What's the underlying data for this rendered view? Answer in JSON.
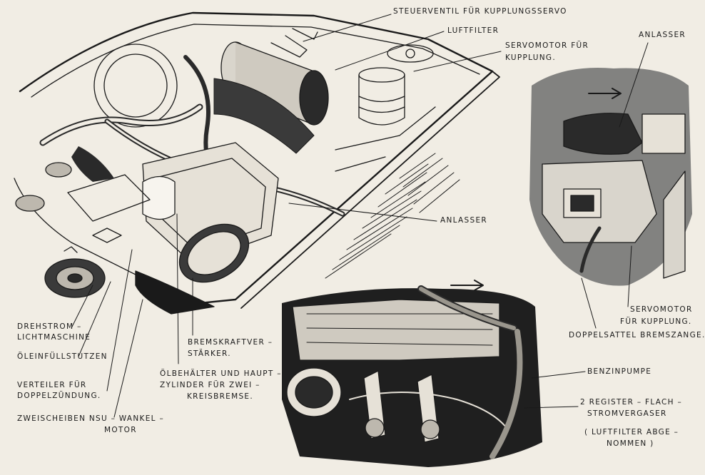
{
  "colors": {
    "paper": "#f1ede4",
    "ink": "#1a1a1a",
    "shade": "#6f6f6f"
  },
  "labels": {
    "steuerventil": "STEUERVENTIL FÜR KUPPLUNGSSERVO",
    "luftfilter": "LUFTFILTER",
    "servomotor_top_1": "SERVOMOTOR FÜR",
    "servomotor_top_2": "KUPPLUNG.",
    "anlasser_right": "ANLASSER",
    "anlasser_mid": "ANLASSER",
    "drehstrom_1": "DREHSTROM –",
    "drehstrom_2": "LICHTMASCHINE",
    "oeleinfuell": "ÖLEINFÜLLSTUTZEN",
    "verteiler_1": "VERTEILER FÜR",
    "verteiler_2": "DOPPELZÜNDUNG.",
    "zweischeiben_1": "ZWEISCHEIBEN  NSU – WANKEL –",
    "zweischeiben_2": "MOTOR",
    "bremskraft_1": "BREMSKRAFTVER –",
    "bremskraft_2": "STÄRKER.",
    "oelbehaelter_1": "ÖLBEHÄLTER UND HAUPT –",
    "oelbehaelter_2": "ZYLINDER FÜR ZWEI –",
    "oelbehaelter_3": "KREISBREMSE.",
    "servomotor_right_1": "SERVOMOTOR",
    "servomotor_right_2": "FÜR KUPPLUNG.",
    "doppelsattel": "DOPPELSATTEL BREMSZANGE.",
    "benzinpumpe": "BENZINPUMPE",
    "register_1": "2  REGISTER – FLACH –",
    "register_2": "STROMVERGASER",
    "luftfilter_abg_1": "( LUFTFILTER  ABGE –",
    "luftfilter_abg_2": "NOMMEN )"
  }
}
